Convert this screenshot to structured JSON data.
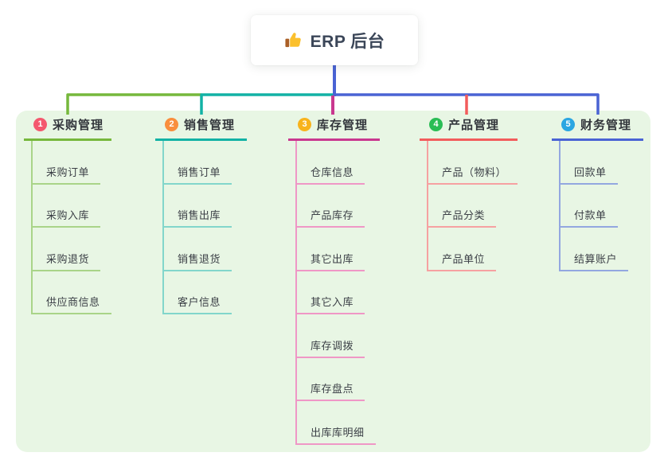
{
  "root": {
    "label": "ERP 后台",
    "icon": "thumbs-up-icon"
  },
  "colors": {
    "panel_bg": "#e8f6e4",
    "root_connector": "#4a63d4",
    "root_text": "#3b4658",
    "thumb_gold": "#fbc02d",
    "thumb_cuff": "#aa5f26"
  },
  "branches": [
    {
      "num": "1",
      "title": "采购管理",
      "badge_color": "#f4586e",
      "line_color": "#76b83c",
      "child_line_color": "#a9d488",
      "children": [
        "采购订单",
        "采购入库",
        "采购退货",
        "供应商信息"
      ]
    },
    {
      "num": "2",
      "title": "销售管理",
      "badge_color": "#f98e3d",
      "line_color": "#12b2a5",
      "child_line_color": "#82d6cb",
      "children": [
        "销售订单",
        "销售出库",
        "销售退货",
        "客户信息"
      ]
    },
    {
      "num": "3",
      "title": "库存管理",
      "badge_color": "#f8b31c",
      "line_color": "#c9388f",
      "child_line_color": "#ef97c6",
      "children": [
        "仓库信息",
        "产品库存",
        "其它出库",
        "其它入库",
        "库存调拨",
        "库存盘点",
        "出库库明细"
      ]
    },
    {
      "num": "4",
      "title": "产品管理",
      "badge_color": "#2abd55",
      "line_color": "#f25c5c",
      "child_line_color": "#f6a1a1",
      "children": [
        "产品（物料）",
        "产品分类",
        "产品单位"
      ]
    },
    {
      "num": "5",
      "title": "财务管理",
      "badge_color": "#2ba6e2",
      "line_color": "#4a63d4",
      "child_line_color": "#93a7e0",
      "children": [
        "回款单",
        "付款单",
        "结算账户"
      ]
    }
  ]
}
